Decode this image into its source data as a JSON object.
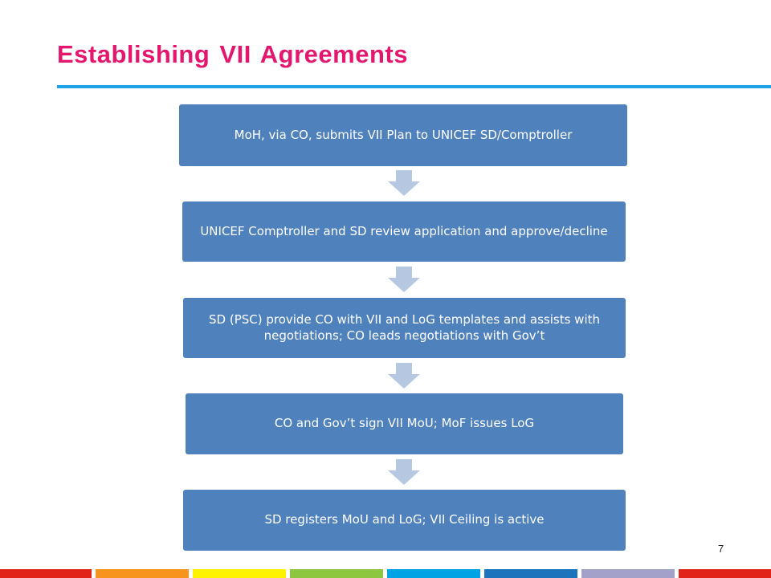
{
  "slide": {
    "title": "Establishing VII Agreements",
    "page_number": "7",
    "colors": {
      "title": "#e4176f",
      "rule": "#1ea2e6",
      "box": "#4f81bd",
      "arrow": "#b6c8e1",
      "footer_bars": [
        "#e2231a",
        "#f7941d",
        "#fff200",
        "#8dc63f",
        "#00a4e4",
        "#1c75bc",
        "#a3a0c9",
        "#e2231a"
      ]
    }
  },
  "flow": {
    "steps": [
      "MoH, via CO, submits VII Plan to UNICEF SD/Comptroller",
      "UNICEF Comptroller and SD review application and approve/decline",
      "SD (PSC) provide CO with VII and LoG templates and assists with negotiations; CO leads negotiations with Gov’t",
      "CO and Gov’t sign VII MoU; MoF issues LoG",
      "SD registers MoU and LoG; VII Ceiling is active"
    ]
  }
}
